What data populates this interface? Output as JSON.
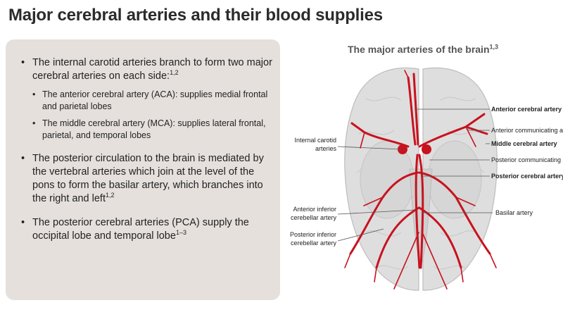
{
  "slide_title": "Major cerebral arteries and their blood supplies",
  "bullets": [
    {
      "text": "The internal carotid arteries branch to form two major cerebral arteries on each side:",
      "ref": "1,2",
      "sub": [
        {
          "text": "The anterior cerebral artery (ACA): supplies medial frontal and parietal lobes"
        },
        {
          "text": "The middle cerebral artery (MCA): supplies lateral frontal, parietal, and temporal lobes"
        }
      ]
    },
    {
      "text": "The posterior circulation to the brain is mediated by the vertebral arteries which join at the level of the pons to form the basilar artery, which branches into the right and left",
      "ref": "1,2"
    },
    {
      "text": "The posterior cerebral arteries (PCA) supply the occipital lobe and temporal lobe",
      "ref": "1–3"
    }
  ],
  "diagram": {
    "title": "The major arteries of the brain",
    "title_ref": "1,3",
    "labels_right": [
      "Anterior cerebral artery",
      "Anterior communicating artery",
      "Middle cerebral artery",
      "Posterior communicating artery",
      "Posterior cerebral artery",
      "Basilar artery"
    ],
    "labels_left": [
      {
        "line1": "Internal carotid",
        "line2": "arteries"
      },
      {
        "line1": "Anterior inferior",
        "line2": "cerebellar artery"
      },
      {
        "line1": "Posterior inferior",
        "line2": "cerebellar artery"
      }
    ],
    "colors": {
      "artery": "#c8121e",
      "brain": "#dedede",
      "panel": "#e5e0dc"
    }
  }
}
